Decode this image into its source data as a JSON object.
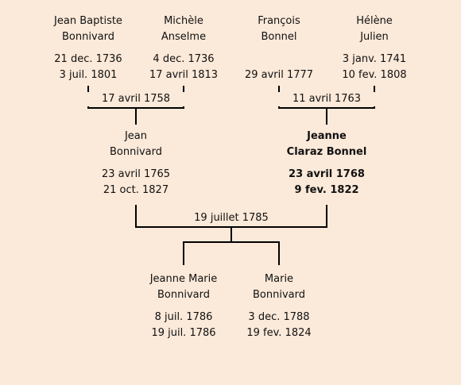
{
  "grandparents": [
    {
      "name_line1": "Jean Baptiste",
      "name_line2": "Bonnivard",
      "birth": "21 dec. 1736",
      "death": "3 juil. 1801"
    },
    {
      "name_line1": "Michèle",
      "name_line2": "Anselme",
      "birth": "4 dec. 1736",
      "death": "17 avril 1813"
    },
    {
      "name_line1": "François",
      "name_line2": "Bonnel",
      "birth": "",
      "death": "29 avril 1777"
    },
    {
      "name_line1": "Hélène",
      "name_line2": "Julien",
      "birth": "3 janv. 1741",
      "death": "10 fev. 1808"
    }
  ],
  "marriages": {
    "paternal": "17 avril 1758",
    "maternal": "11 avril 1763",
    "parents": "19 juillet 1785"
  },
  "parents": [
    {
      "name_line1": "Jean",
      "name_line2": "Bonnivard",
      "birth": "23 avril 1765",
      "death": "21 oct. 1827",
      "highlighted": false
    },
    {
      "name_line1": "Jeanne",
      "name_line2": "Claraz Bonnel",
      "birth": "23 avril 1768",
      "death": "9 fev. 1822",
      "highlighted": true
    }
  ],
  "children": [
    {
      "name_line1": "Jeanne Marie",
      "name_line2": "Bonnivard",
      "birth": "8 juil. 1786",
      "death": "19 juil. 1786"
    },
    {
      "name_line1": "Marie",
      "name_line2": "Bonnivard",
      "birth": "3 dec. 1788",
      "death": "19 fev. 1824"
    }
  ],
  "colors": {
    "background": "#fbe9d9",
    "lines": "#000000"
  }
}
